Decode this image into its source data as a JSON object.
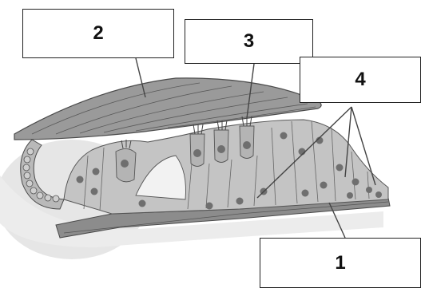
{
  "labels": {
    "box_1": "1",
    "box_2": "2",
    "box_3": "3",
    "box_4": "4"
  },
  "colors": {
    "membrane_fill": "#9a9a9a",
    "membrane_stroke": "#4a4a4a",
    "cell_fill": "#c4c4c4",
    "cell_stroke": "#555555",
    "nucleus_fill": "#6f6f6f",
    "basilar_fill": "#8c8c8c",
    "leader_line": "#444444"
  }
}
